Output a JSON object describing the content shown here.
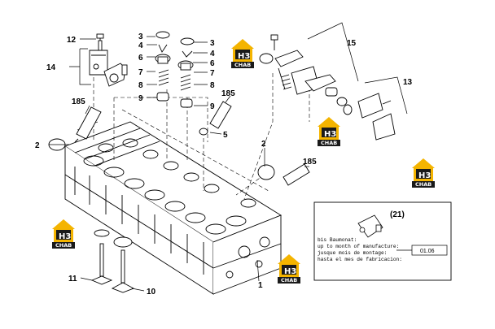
{
  "callouts": {
    "c1": "1",
    "c2a": "2",
    "c2b": "2",
    "c3a": "3",
    "c3b": "3",
    "c4a": "4",
    "c4b": "4",
    "c5": "5",
    "c6a": "6",
    "c6b": "6",
    "c7a": "7",
    "c7b": "7",
    "c8a": "8",
    "c8b": "8",
    "c9a": "9",
    "c9b": "9",
    "c10": "10",
    "c11": "11",
    "c12": "12",
    "c13": "13",
    "c14": "14",
    "c15": "15",
    "c185a": "185",
    "c185b": "185",
    "c185c": "185"
  },
  "note_box": {
    "ref": "(21)",
    "line1": "bis Baumonat:",
    "line2": "up to month of manufacture:",
    "line3": "jusque mois de montage:",
    "line4": "hasta el mes de fabricacion:",
    "date": "01.06"
  },
  "watermark": {
    "letters": "H3",
    "word": "CHAB"
  },
  "colors": {
    "line": "#000000",
    "logo_gold": "#f4b400",
    "logo_dark": "#1a1a1a"
  }
}
